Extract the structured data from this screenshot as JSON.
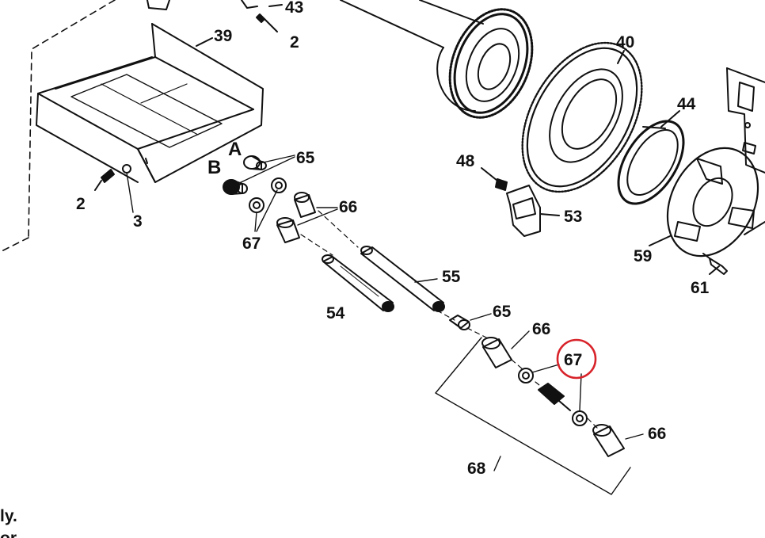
{
  "diagram": {
    "callouts": {
      "c43": "43",
      "c2_top": "2",
      "c39": "39",
      "c40": "40",
      "c44": "44",
      "cA": "A",
      "cB": "B",
      "c65_top": "65",
      "c2_left": "2",
      "c3": "3",
      "c66_top": "66",
      "c67_top": "67",
      "c48": "48",
      "c53": "53",
      "c59": "59",
      "c61": "61",
      "c55": "55",
      "c54": "54",
      "c65_mid": "65",
      "c66_mid": "66",
      "c67_highlight": "67",
      "c66_bot": "66",
      "c68": "68"
    },
    "edge_text": {
      "line1": "ly.",
      "line2": "or"
    },
    "highlight_color": "#d8232a"
  }
}
